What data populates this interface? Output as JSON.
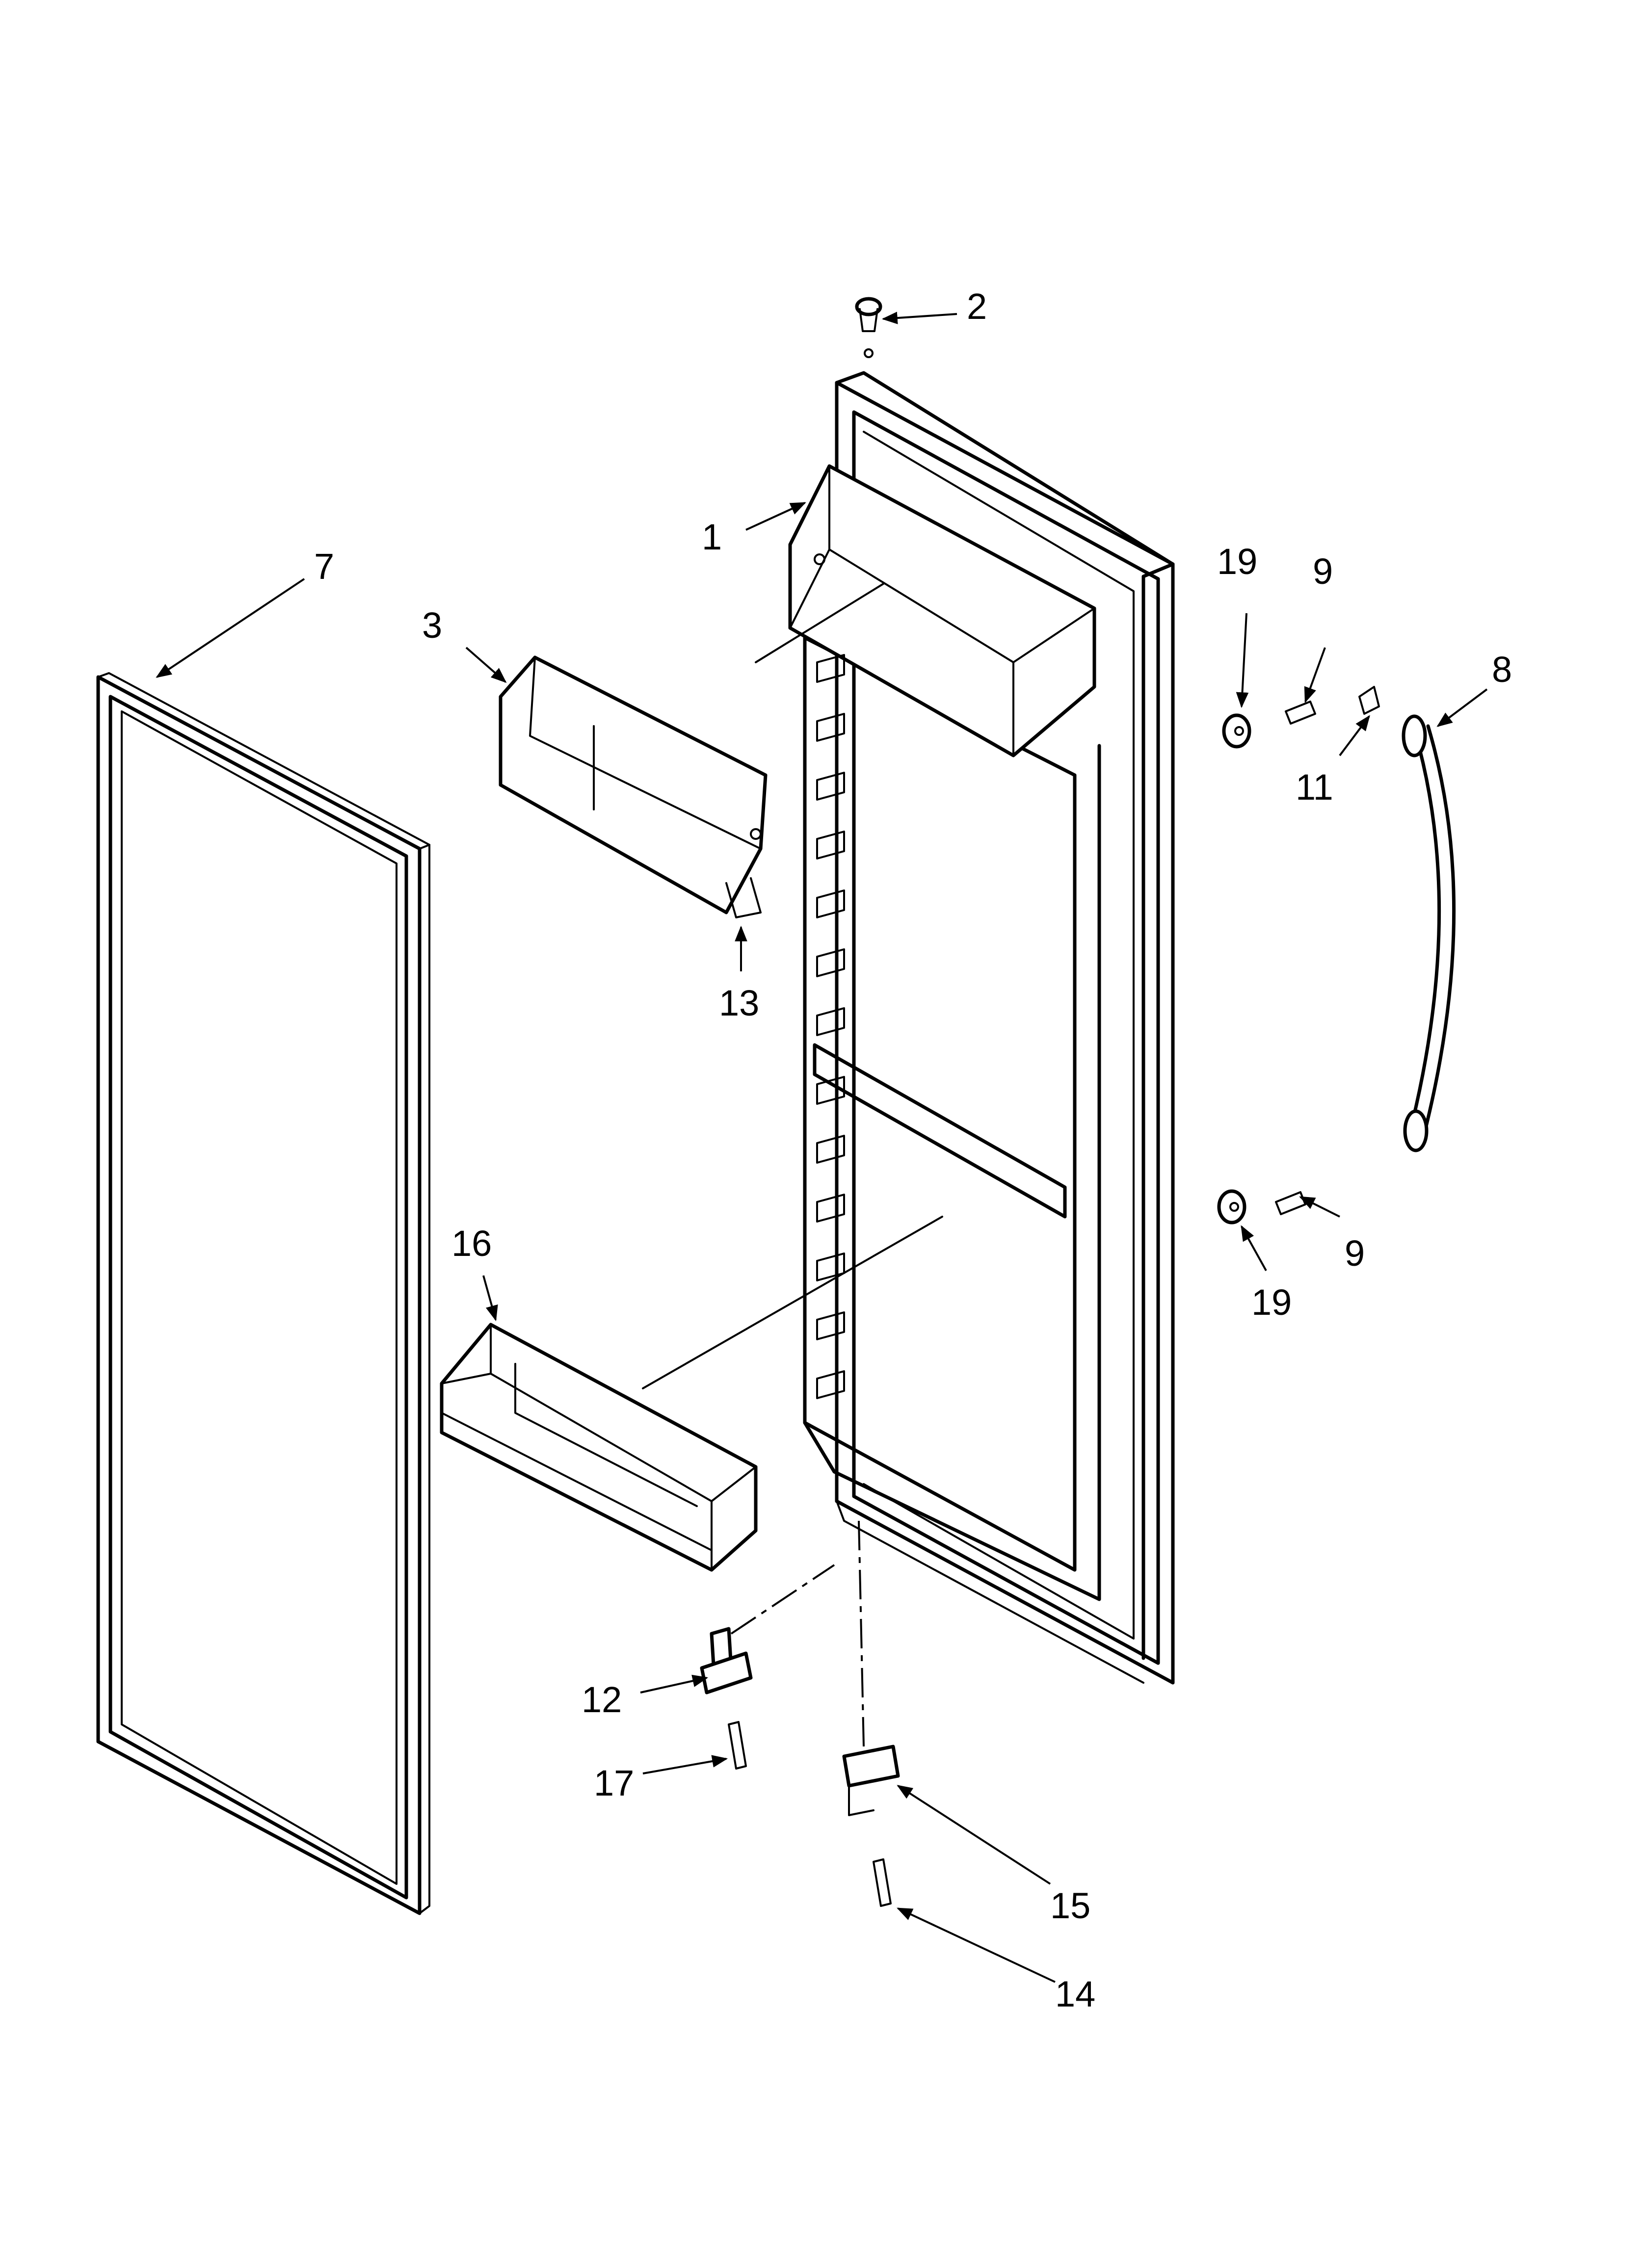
{
  "callouts": {
    "c1": "1",
    "c2": "2",
    "c3": "3",
    "c7": "7",
    "c8": "8",
    "c9a": "9",
    "c9b": "9",
    "c11": "11",
    "c12": "12",
    "c13": "13",
    "c14": "14",
    "c15": "15",
    "c16": "16",
    "c17": "17",
    "c19a": "19",
    "c19b": "19"
  },
  "colors": {
    "line": "#000000",
    "background": "#ffffff"
  }
}
